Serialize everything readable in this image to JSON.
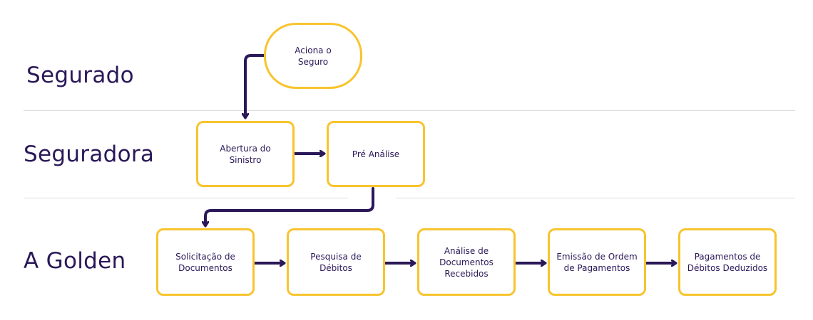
{
  "lanes": {
    "segurado": "Segurado",
    "seguradora": "Seguradora",
    "golden": "A Golden"
  },
  "nodes": {
    "aciona": "Aciona o\nSeguro",
    "abertura": "Abertura do Sinistro",
    "pre_analise": "Pré Análise",
    "solicitacao": "Solicitação de\nDocumentos",
    "pesquisa": "Pesquisa de Débitos",
    "analise_docs": "Análise de\nDocumentos\nRecebidos",
    "emissao": "Emissão de Ordem\nde Pagamentos",
    "pagamentos": "Pagamentos de\nDébitos Deduzidos"
  },
  "colors": {
    "box_border": "#f8c42e",
    "text": "#2a1858",
    "arrow": "#2a1858",
    "divider": "#dcdcdc"
  }
}
